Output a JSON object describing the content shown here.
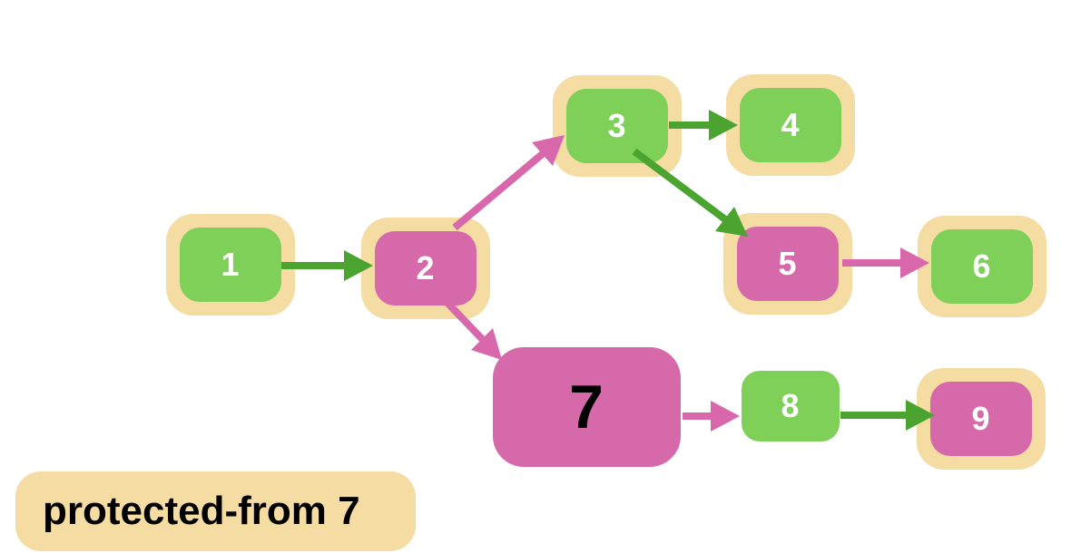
{
  "diagram": {
    "badge": {
      "text": "protected-from 7"
    },
    "nodes": [
      {
        "id": "1",
        "label": "1",
        "color": "green",
        "protected": true
      },
      {
        "id": "2",
        "label": "2",
        "color": "pink",
        "protected": true
      },
      {
        "id": "3",
        "label": "3",
        "color": "green",
        "protected": true
      },
      {
        "id": "4",
        "label": "4",
        "color": "green",
        "protected": true
      },
      {
        "id": "5",
        "label": "5",
        "color": "pink",
        "protected": true
      },
      {
        "id": "6",
        "label": "6",
        "color": "green",
        "protected": true
      },
      {
        "id": "7",
        "label": "7",
        "color": "pink",
        "protected": false
      },
      {
        "id": "8",
        "label": "8",
        "color": "green",
        "protected": false
      },
      {
        "id": "9",
        "label": "9",
        "color": "pink",
        "protected": true
      }
    ],
    "edges": [
      {
        "from": "1",
        "to": "2",
        "color": "green"
      },
      {
        "from": "2",
        "to": "3",
        "color": "pink"
      },
      {
        "from": "2",
        "to": "7",
        "color": "pink"
      },
      {
        "from": "3",
        "to": "4",
        "color": "green"
      },
      {
        "from": "3",
        "to": "5",
        "color": "green"
      },
      {
        "from": "5",
        "to": "6",
        "color": "pink"
      },
      {
        "from": "7",
        "to": "8",
        "color": "pink"
      },
      {
        "from": "8",
        "to": "9",
        "color": "green"
      }
    ],
    "colors": {
      "node_green": "#7ed058",
      "node_pink": "#d669aa",
      "arrow_green": "#4aa42f",
      "arrow_pink": "#d867ac",
      "protected_ring": "#f4dca2",
      "node_text_light": "#ffffff",
      "node_text_dark": "#000000",
      "background": "#ffffff"
    }
  }
}
